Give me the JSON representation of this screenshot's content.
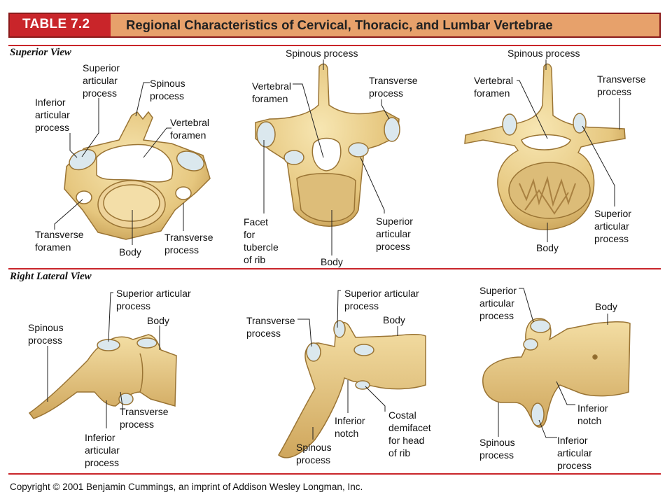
{
  "header": {
    "table_number": "TABLE 7.2",
    "title": "Regional Characteristics of Cervical, Thoracic, and Lumbar Vertebrae"
  },
  "sections": {
    "superior": "Superior View",
    "lateral": "Right Lateral View"
  },
  "labels": {
    "c_sup_superior_articular": [
      "Superior",
      "articular",
      "process"
    ],
    "c_sup_spinous": [
      "Spinous",
      "process"
    ],
    "c_sup_inferior_articular": [
      "Inferior",
      "articular",
      "process"
    ],
    "c_sup_vertebral_foramen": [
      "Vertebral",
      "foramen"
    ],
    "c_sup_transverse_foramen": [
      "Transverse",
      "foramen"
    ],
    "c_sup_body": [
      "Body"
    ],
    "c_sup_transverse_process": [
      "Transverse",
      "process"
    ],
    "t_sup_spinous": [
      "Spinous process"
    ],
    "t_sup_vertebral_foramen": [
      "Vertebral",
      "foramen"
    ],
    "t_sup_transverse": [
      "Transverse",
      "process"
    ],
    "t_sup_facet": [
      "Facet",
      "for",
      "tubercle",
      "of rib"
    ],
    "t_sup_superior_articular": [
      "Superior",
      "articular",
      "process"
    ],
    "t_sup_body": [
      "Body"
    ],
    "l_sup_spinous": [
      "Spinous process"
    ],
    "l_sup_vertebral_foramen": [
      "Vertebral",
      "foramen"
    ],
    "l_sup_transverse": [
      "Transverse",
      "process"
    ],
    "l_sup_superior_articular": [
      "Superior",
      "articular",
      "process"
    ],
    "l_sup_body": [
      "Body"
    ],
    "c_lat_superior_articular": [
      "Superior articular",
      "process"
    ],
    "c_lat_spinous": [
      "Spinous",
      "process"
    ],
    "c_lat_body": [
      "Body"
    ],
    "c_lat_transverse": [
      "Transverse",
      "process"
    ],
    "c_lat_inferior_articular": [
      "Inferior",
      "articular",
      "process"
    ],
    "t_lat_superior_articular": [
      "Superior articular",
      "process"
    ],
    "t_lat_transverse": [
      "Transverse",
      "process"
    ],
    "t_lat_body": [
      "Body"
    ],
    "t_lat_inferior_notch": [
      "Inferior",
      "notch"
    ],
    "t_lat_costal": [
      "Costal",
      "demifacet",
      "for head",
      "of rib"
    ],
    "t_lat_spinous": [
      "Spinous",
      "process"
    ],
    "l_lat_superior_articular": [
      "Superior",
      "articular",
      "process"
    ],
    "l_lat_body": [
      "Body"
    ],
    "l_lat_inferior_notch": [
      "Inferior",
      "notch"
    ],
    "l_lat_spinous": [
      "Spinous",
      "process"
    ],
    "l_lat_inferior_articular": [
      "Inferior",
      "articular",
      "process"
    ]
  },
  "footer": {
    "copyright": "Copyright © 2001 Benjamin Cummings, an imprint of Addison Wesley Longman, Inc."
  },
  "colors": {
    "header_red": "#c9252a",
    "header_orange": "#e7a16b",
    "bone": "#e9cf8f",
    "bone_dark": "#b58f46",
    "cartilage": "#d9e6ec"
  }
}
